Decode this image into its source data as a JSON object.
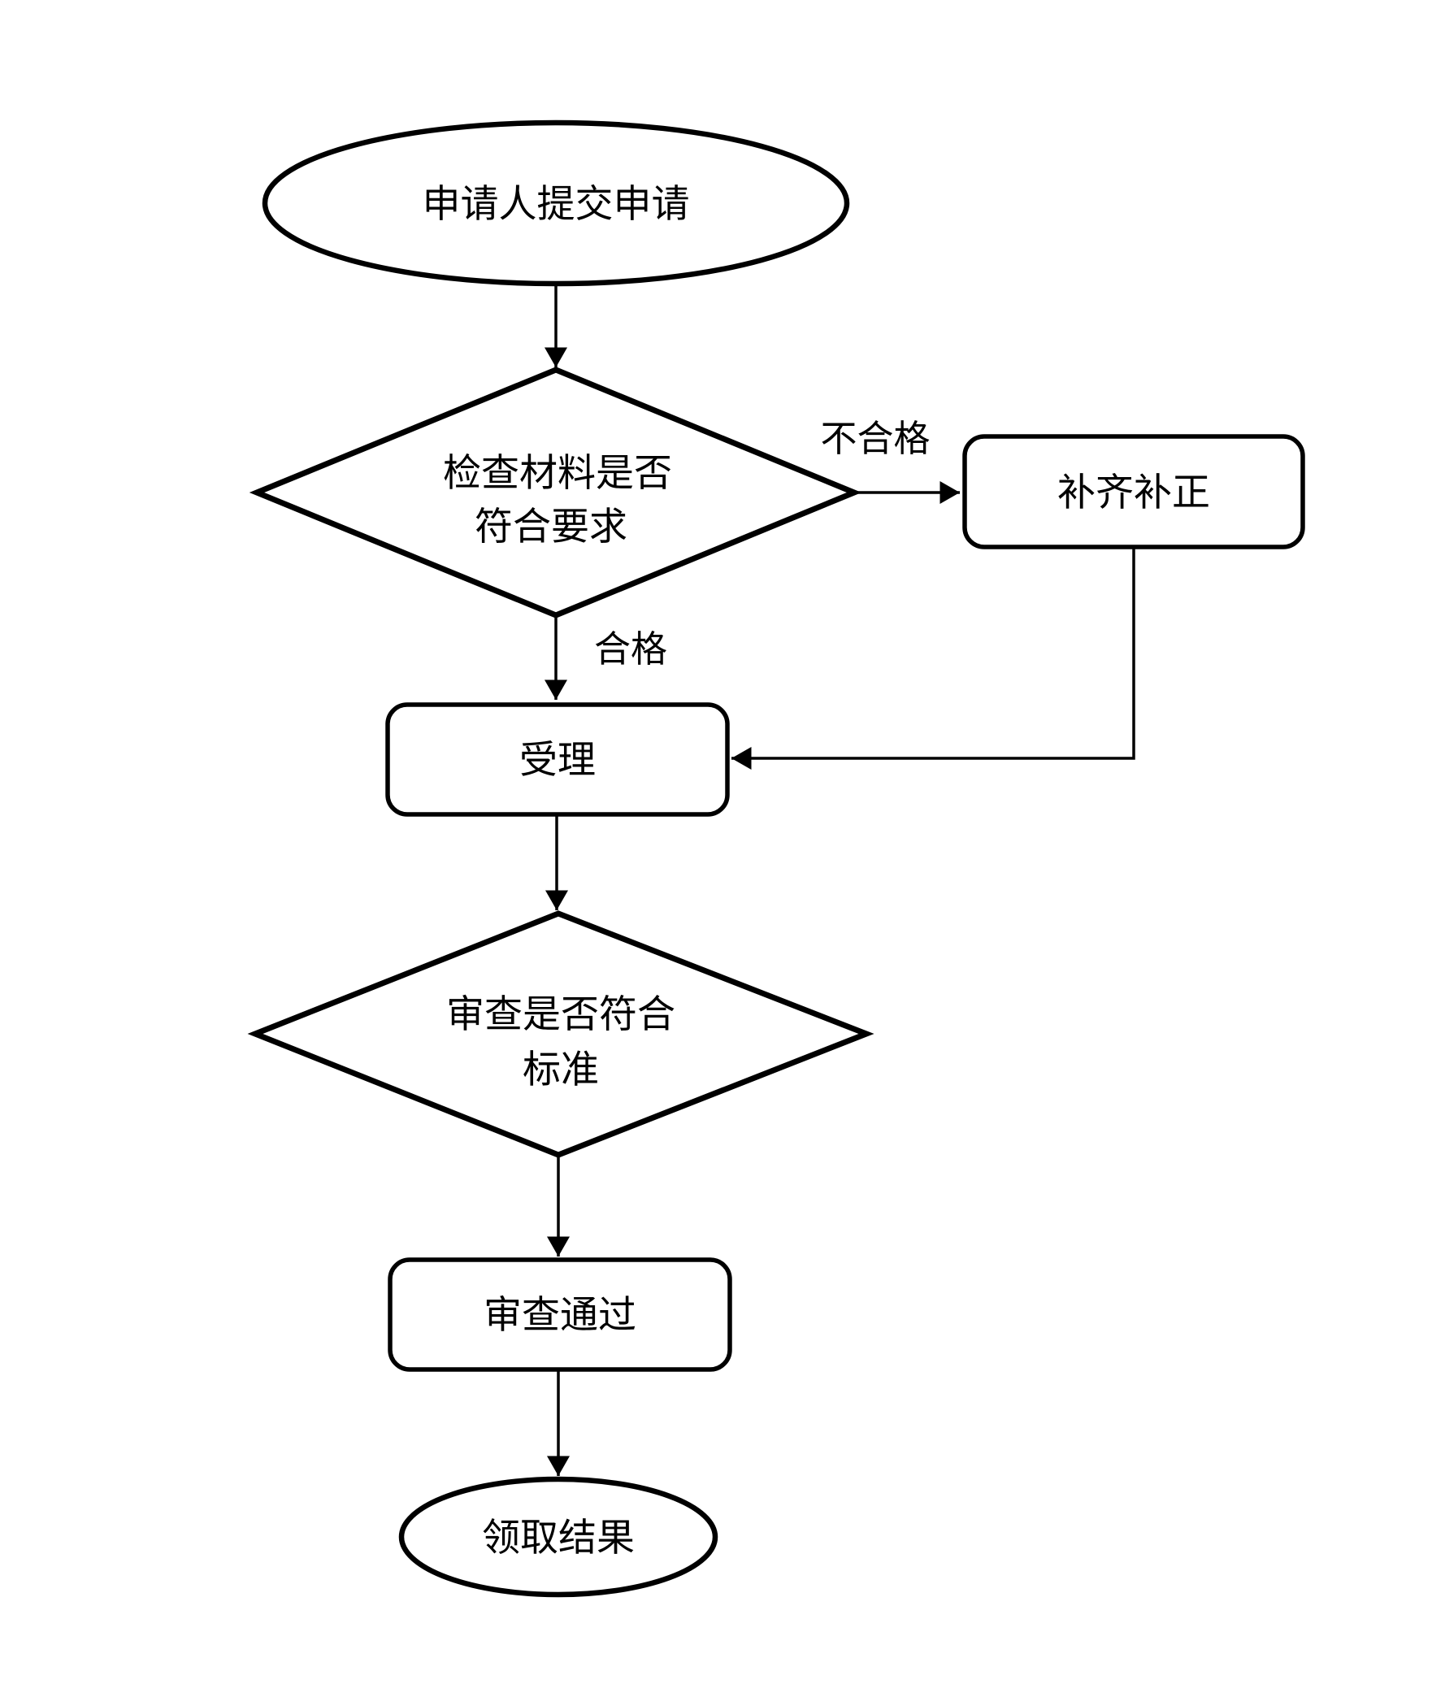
{
  "diagram": {
    "type": "flowchart",
    "colors": {
      "background": "#ffffff",
      "shape_fill": "#ffffff",
      "stroke": "#000000",
      "text": "#000000"
    },
    "nodes": [
      {
        "id": "start",
        "shape": "ellipse",
        "label": "申请人提交申请"
      },
      {
        "id": "check",
        "shape": "diamond",
        "label": "检查材料是否符合要求",
        "label_lines": [
          "检查材料是否",
          "符合要求"
        ]
      },
      {
        "id": "supplement",
        "shape": "rounded-rect",
        "label": "补齐补正"
      },
      {
        "id": "accept",
        "shape": "rounded-rect",
        "label": "受理"
      },
      {
        "id": "review",
        "shape": "diamond",
        "label": "审查是否符合标准",
        "label_lines": [
          "审查是否符合",
          "标准"
        ]
      },
      {
        "id": "review-pass",
        "shape": "rounded-rect",
        "label": "审查通过"
      },
      {
        "id": "end",
        "shape": "ellipse",
        "label": "领取结果"
      }
    ],
    "edges": [
      {
        "from": "start",
        "to": "check",
        "label": ""
      },
      {
        "from": "check",
        "to": "supplement",
        "label": "不合格"
      },
      {
        "from": "check",
        "to": "accept",
        "label": "合格"
      },
      {
        "from": "supplement",
        "to": "accept",
        "label": ""
      },
      {
        "from": "accept",
        "to": "review",
        "label": ""
      },
      {
        "from": "review",
        "to": "review-pass",
        "label": ""
      },
      {
        "from": "review-pass",
        "to": "end",
        "label": ""
      }
    ]
  }
}
